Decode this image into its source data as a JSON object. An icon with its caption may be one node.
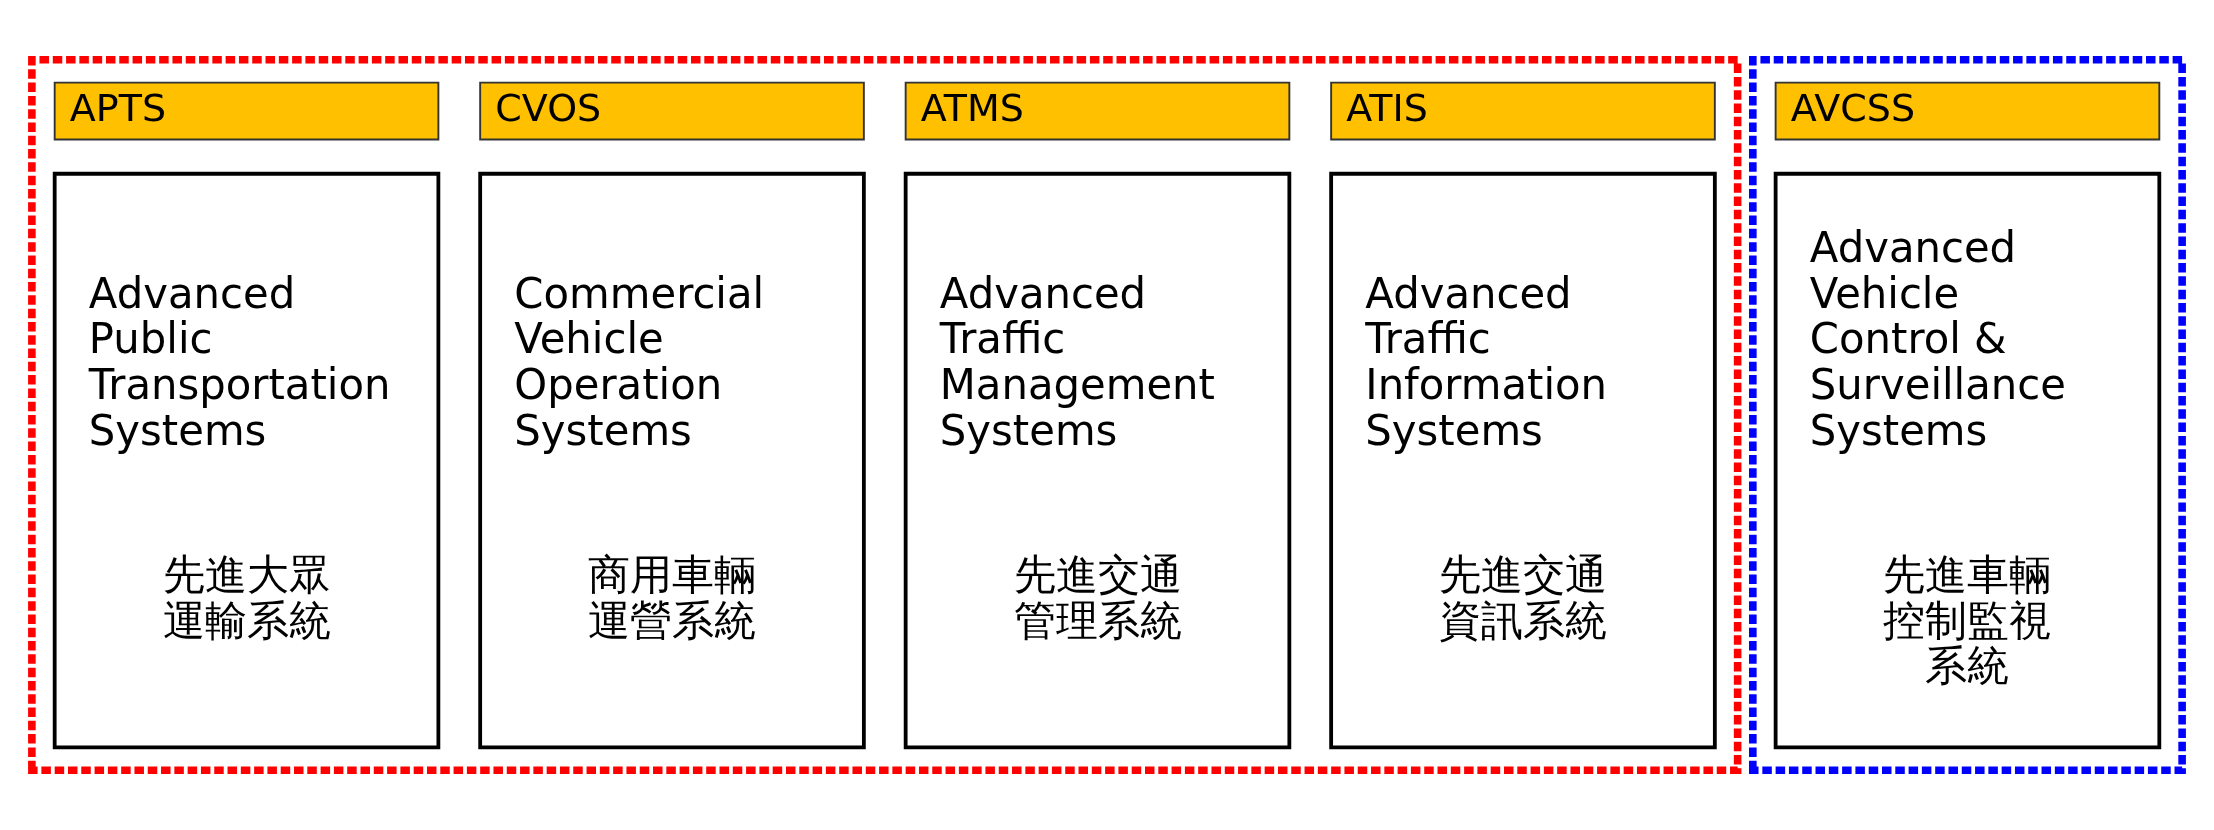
{
  "diagram": {
    "nodes": [
      {
        "text": [],
        "shape": "box"
      },
      {
        "text": [
          "ATIS"
        ],
        "in": 0
      },
      {
        "text": [
          "Advanced Traffic Information Systems",
          "先進交通資訊系統"
        ],
        "in": 0
      },
      {
        "text": [
          "ATMS"
        ],
        "in": 0
      },
      {
        "text": [
          "Advanced Traffic Management Systems",
          "先進交通管理系統"
        ],
        "in": 0
      },
      {
        "text": [
          "CVOS"
        ],
        "in": 0
      },
      {
        "text": [
          "Commercial Vehicle Operation Systems",
          "商用車輛運營系統"
        ],
        "in": 0
      },
      {
        "text": [
          "APTS"
        ],
        "in": 0
      },
      {
        "text": [
          "Advanced Public Transportation Systems",
          "先進大眾運輸系統"
        ],
        "in": 0
      },
      {
        "text": [],
        "shape": "box"
      },
      {
        "text": [
          "AVCSS"
        ],
        "in": 9
      },
      {
        "text": [
          "Advanced Vehicle Control & Surveillance Systems",
          "先進車輛控制監視系統"
        ],
        "in": 9
      }
    ],
    "edges": []
  }
}
